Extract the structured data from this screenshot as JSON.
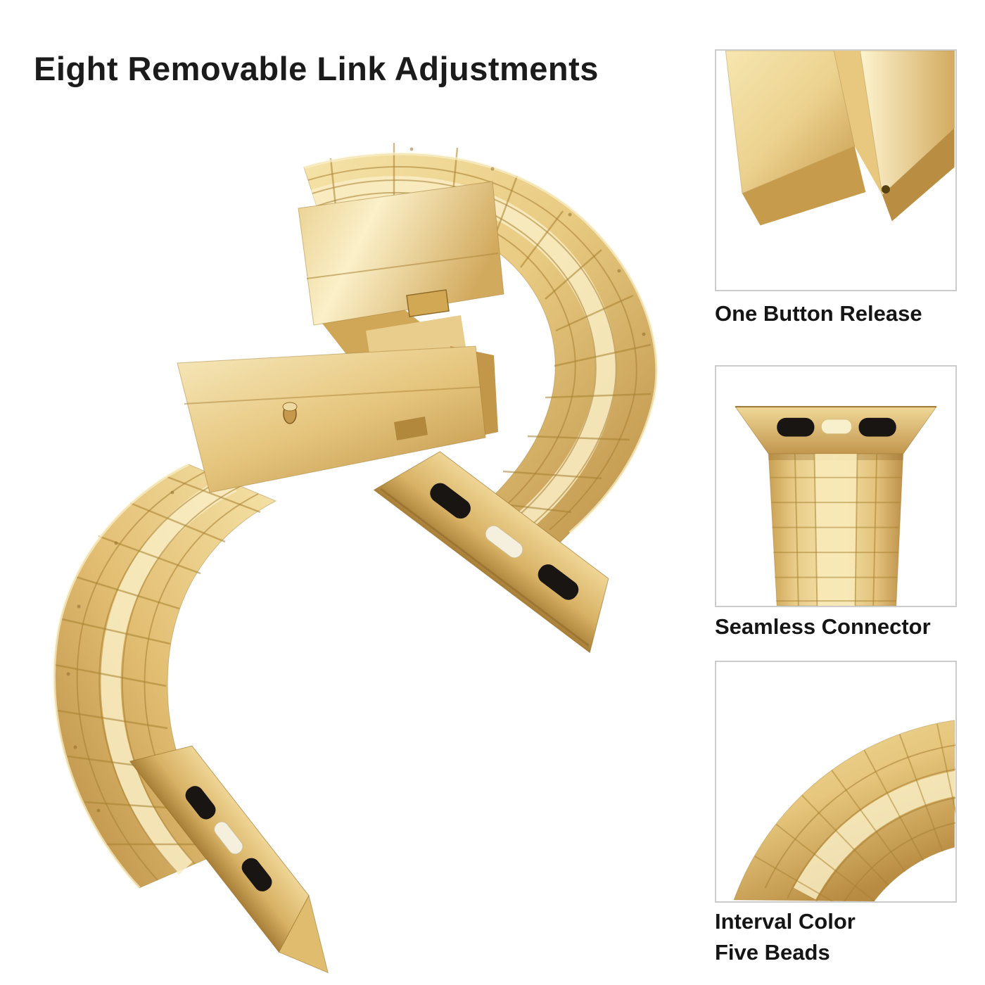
{
  "page": {
    "background": "#ffffff"
  },
  "heading": {
    "title": "Eight Removable Link Adjustments"
  },
  "callouts": [
    {
      "label": "One Button Release"
    },
    {
      "label": "Seamless Connector"
    },
    {
      "label": "Interval Color\nFive Beads"
    }
  ],
  "colors": {
    "text": "#1b1b1b",
    "panel_border": "#cccccc",
    "gold_light": "#f6e5ae",
    "gold_mid": "#e3bf74",
    "gold_dark": "#b3873f",
    "slot_black": "#181512",
    "slot_white": "#f5f0dd"
  }
}
